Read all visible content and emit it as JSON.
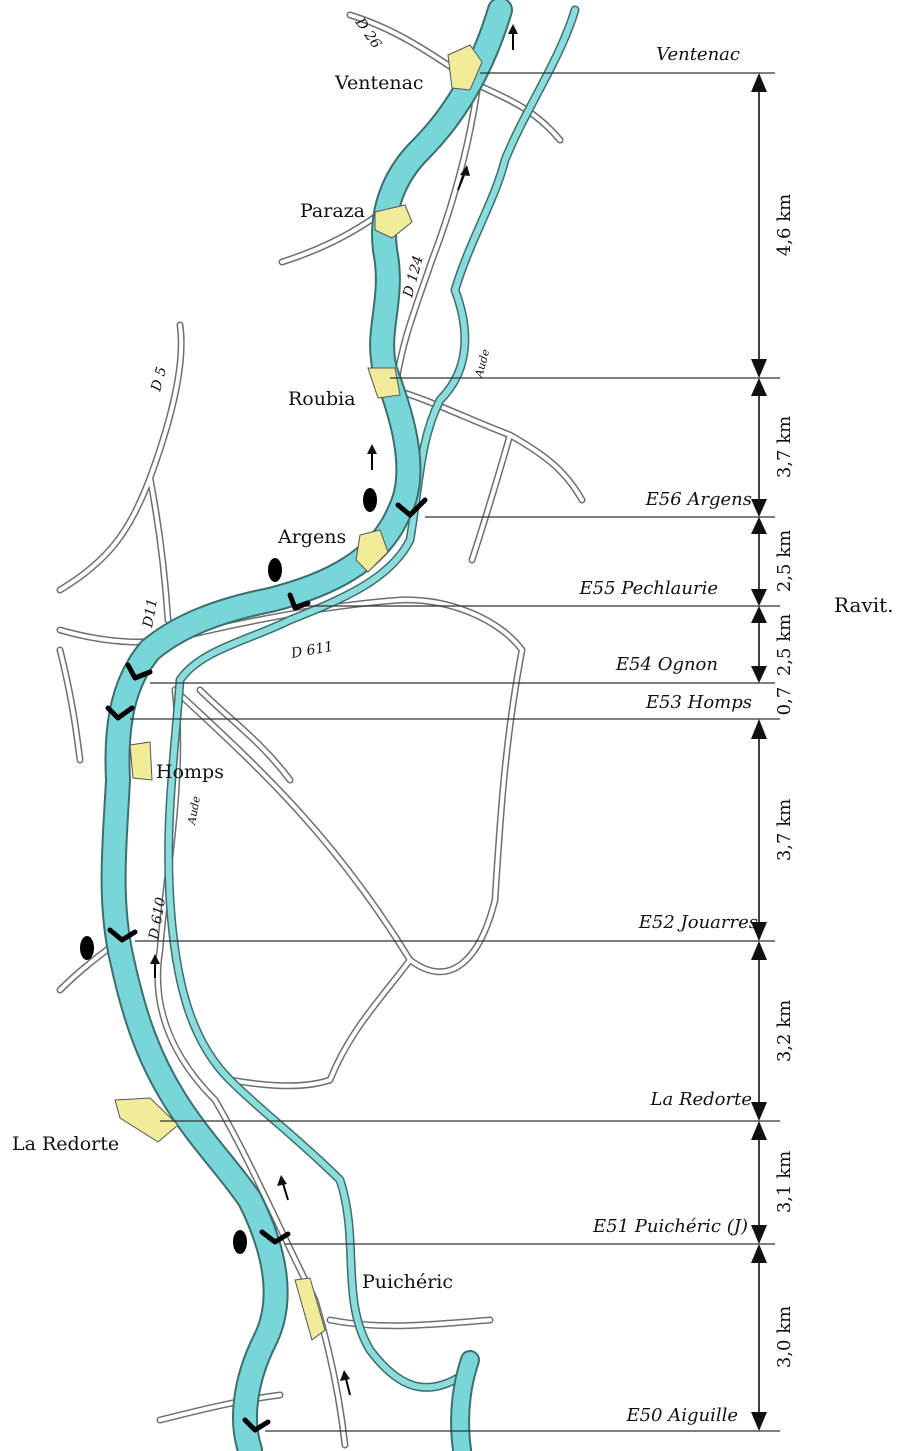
{
  "places": {
    "ventenac": "Ventenac",
    "paraza": "Paraza",
    "roubia": "Roubia",
    "argens": "Argens",
    "homps": "Homps",
    "la_redorte": "La Redorte",
    "puicheric": "Puichéric"
  },
  "roads": {
    "d26": "D 26",
    "d124": "D 124",
    "d5": "D 5",
    "d11": "D11",
    "d611": "D 611",
    "d610": "D 610"
  },
  "rivers": {
    "aude_top": "Aude",
    "aude_mid": "Aude"
  },
  "stops": {
    "ventenac": "Ventenac",
    "e56": "E56 Argens",
    "e55": "E55 Pechlaurie",
    "e54": "E54 Ognon",
    "e53": "E53 Homps",
    "e52": "E52 Jouarres",
    "la_redorte": "La Redorte",
    "e51": "E51 Puichéric (J)",
    "e50": "E50 Aiguille"
  },
  "distances": {
    "d1": "4,6 km",
    "d2": "3,7 km",
    "d3": "2,5 km",
    "d4": "2,5 km",
    "d5": "0,7",
    "d6": "3,7 km",
    "d7": "3,2 km",
    "d8": "3,1 km",
    "d9": "3,0 km"
  },
  "ravit": "Ravit.",
  "colors": {
    "canal": "#79d6d8",
    "canal_edge": "#3b6f6e",
    "village": "#f1ec9a",
    "road": "#6f6f6f"
  }
}
